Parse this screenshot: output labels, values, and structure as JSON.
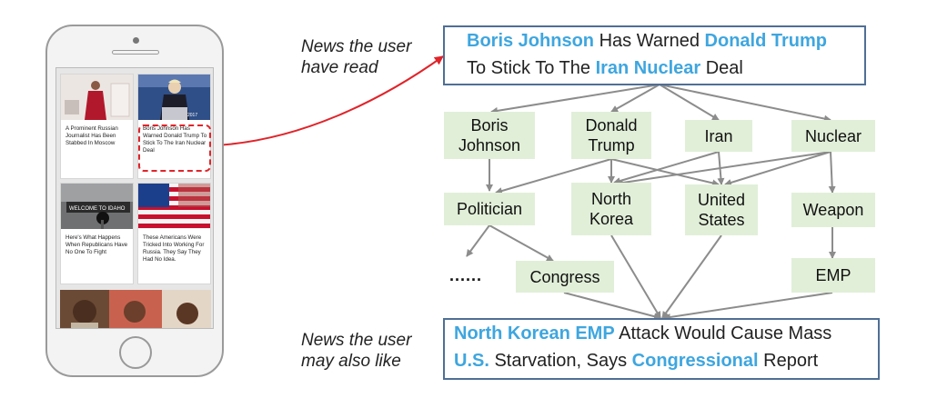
{
  "phone": {
    "cards": [
      {
        "caption": "A Prominent Russian Journalist Has Been Stabbed In Moscow"
      },
      {
        "caption": "Boris Johnson Has Warned Donald Trump To Stick To The Iran Nuclear Deal"
      },
      {
        "caption": "Here's What Happens When Republicans Have No One To Fight"
      },
      {
        "caption": "These Americans Were Tricked Into Working For Russia. They Say They Had No Idea."
      }
    ],
    "sign_text": "WELCOME TO IDAHO"
  },
  "labels": {
    "read": [
      "News the user",
      "have read"
    ],
    "like": [
      "News the user",
      "may also like"
    ]
  },
  "news_read": {
    "line1": [
      {
        "text": "Boris Johnson",
        "hl": true
      },
      {
        "text": " Has Warned ",
        "hl": false
      },
      {
        "text": "Donald Trump",
        "hl": true
      }
    ],
    "line2": [
      {
        "text": "To Stick To The ",
        "hl": false
      },
      {
        "text": "Iran Nuclear",
        "hl": true
      },
      {
        "text": " Deal",
        "hl": false
      }
    ]
  },
  "news_like": {
    "line1": [
      {
        "text": "North Korean EMP",
        "hl": true
      },
      {
        "text": " Attack Would Cause Mass",
        "hl": false
      }
    ],
    "line2": [
      {
        "text": "U.S.",
        "hl": true
      },
      {
        "text": " Starvation, Says ",
        "hl": false
      },
      {
        "text": "Congressional",
        "hl": true
      },
      {
        "text": " Report",
        "hl": false
      }
    ]
  },
  "nodes": {
    "boris": [
      "Boris",
      "Johnson"
    ],
    "trump": [
      "Donald",
      "Trump"
    ],
    "iran": [
      "Iran"
    ],
    "nuclear": [
      "Nuclear"
    ],
    "politician": [
      "Politician"
    ],
    "north_korea": [
      "North",
      "Korea"
    ],
    "united_states": [
      "United",
      "States"
    ],
    "weapon": [
      "Weapon"
    ],
    "congress": [
      "Congress"
    ],
    "emp": [
      "EMP"
    ],
    "ellipsis": "......"
  },
  "colors": {
    "highlight_text": "#3ea6df",
    "node_fill": "#e1efd8",
    "box_border": "#4f6f95",
    "arrow": "#8c8c8c",
    "red_arrow": "#e0242a"
  }
}
